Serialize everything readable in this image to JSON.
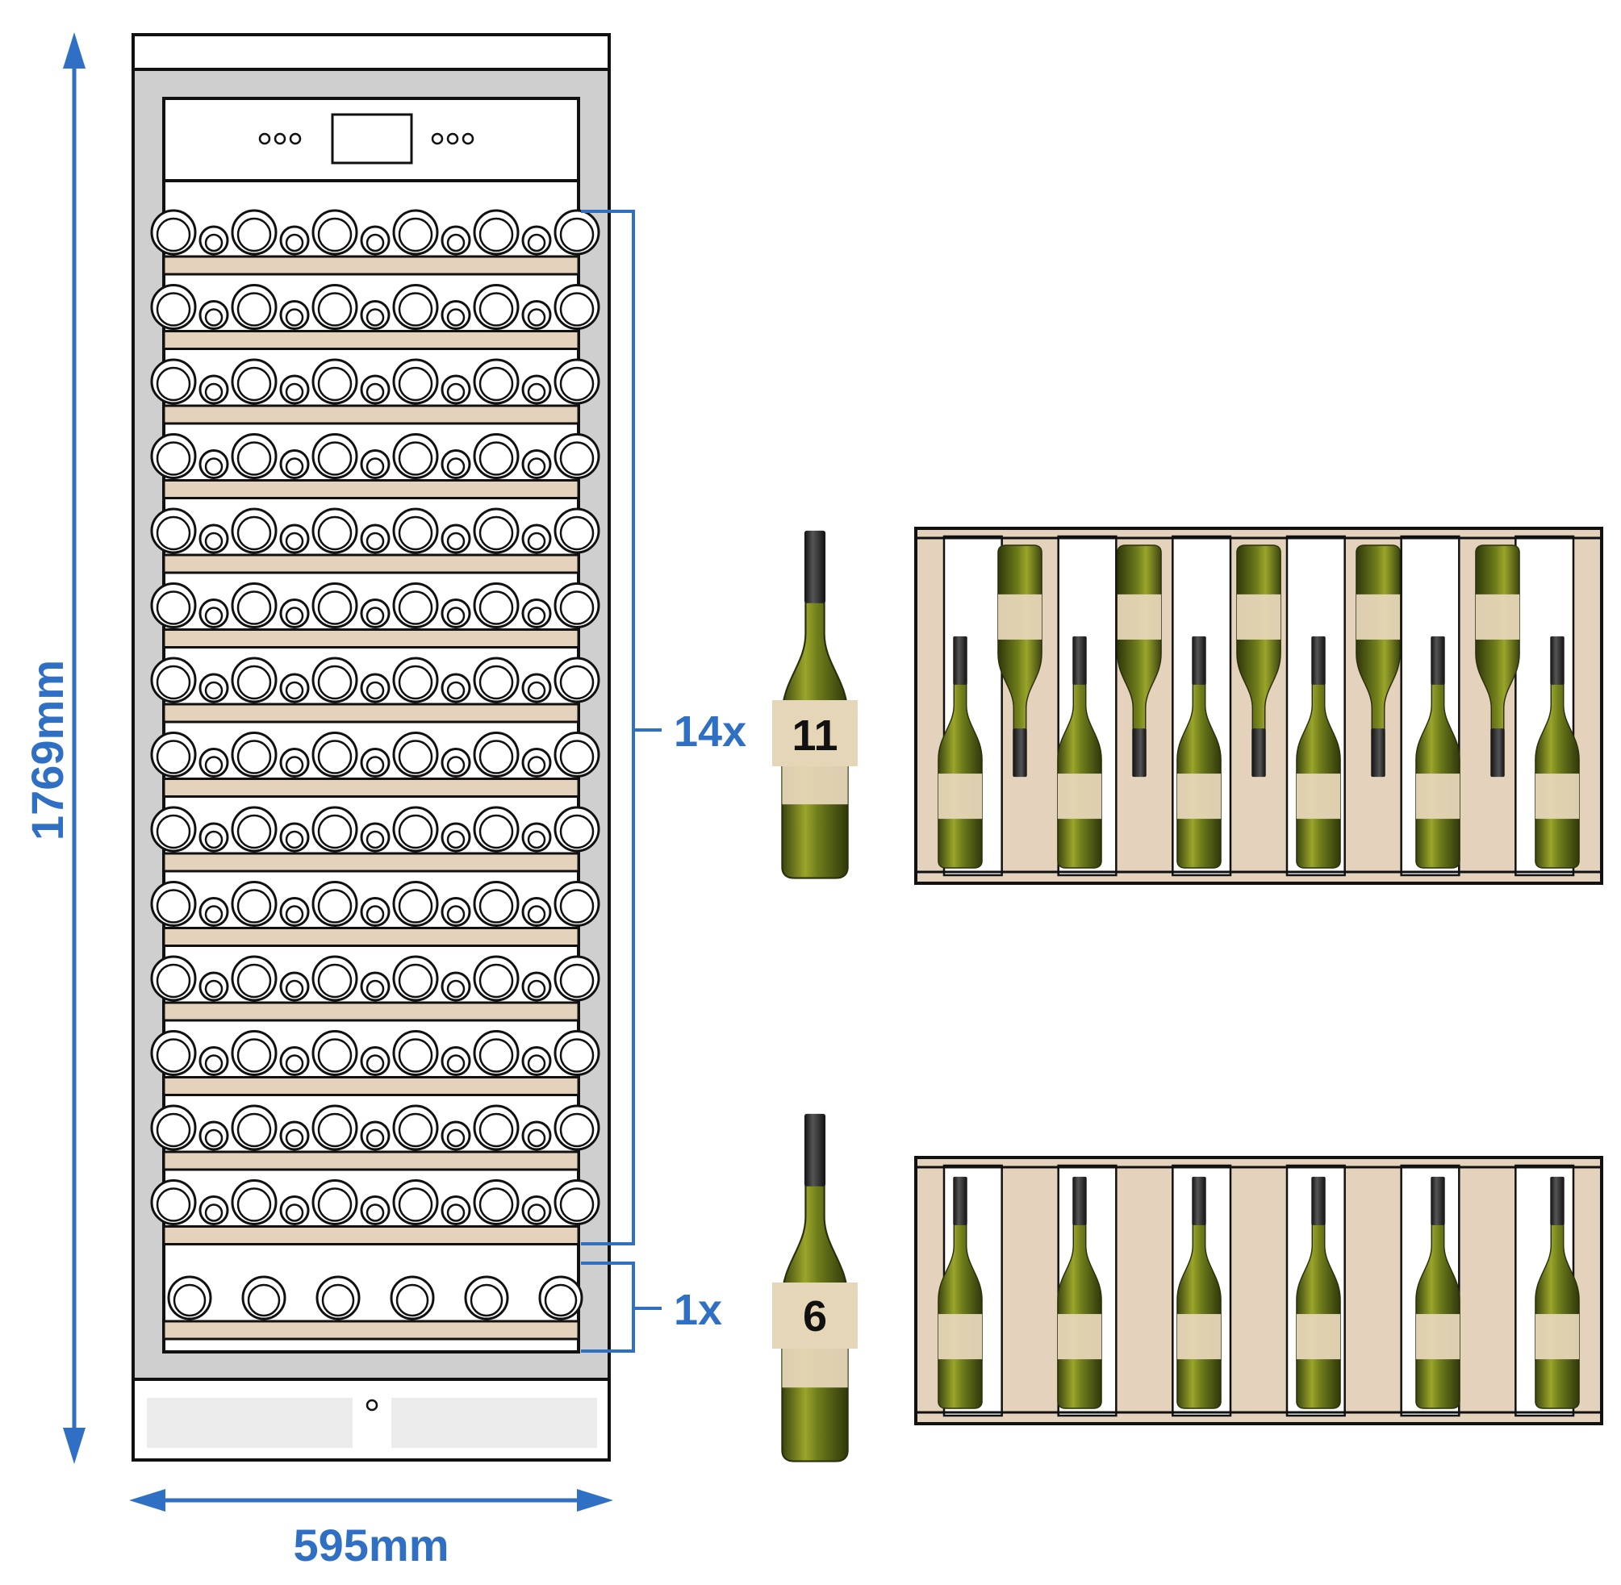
{
  "dimensions": {
    "height_label": "1769mm",
    "width_label": "595mm"
  },
  "shelves": {
    "upper_count_label": "14x",
    "lower_count_label": "1x",
    "upper_bottles_per_shelf": "11",
    "lower_bottles_per_shelf": "6"
  },
  "colors": {
    "accent": "#2f6fc4",
    "shelf_wood": "#e4d2bd",
    "frame_gray": "#cfcfcf",
    "bottle_glass": "#6b7a1c",
    "bottle_label": "#e6d6b8"
  }
}
